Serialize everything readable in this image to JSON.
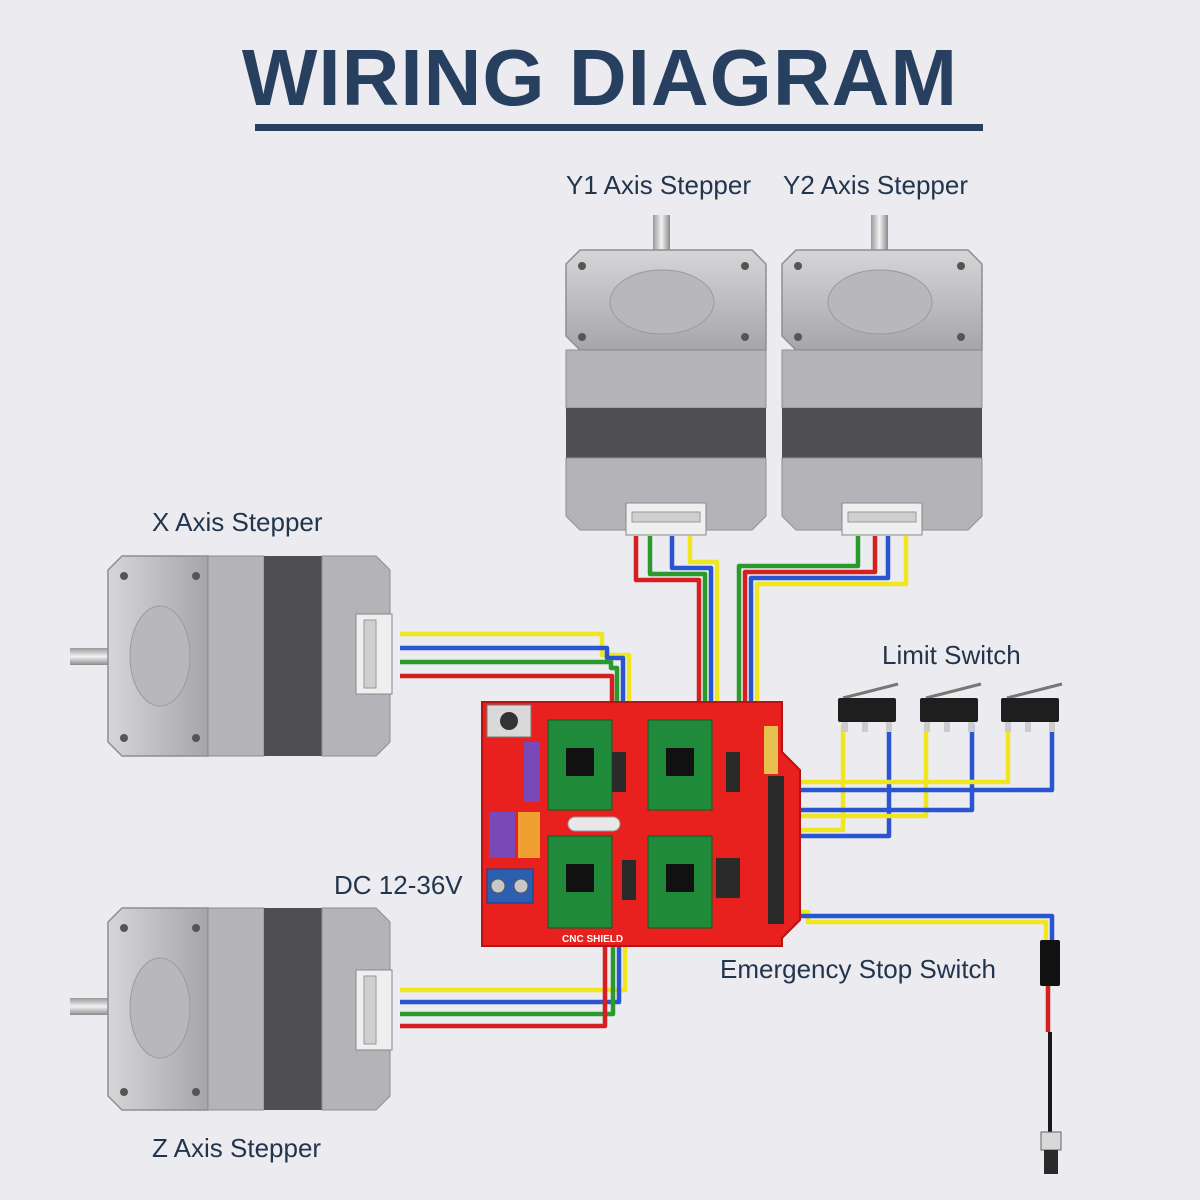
{
  "title": "WIRING DIAGRAM",
  "labels": {
    "y1": "Y1 Axis Stepper",
    "y2": "Y2 Axis Stepper",
    "x": "X Axis Stepper",
    "z": "Z Axis Stepper",
    "limit": "Limit Switch",
    "dc": "DC 12-36V",
    "estop": "Emergency Stop Switch"
  },
  "board": {
    "silkscreen": "CNC SHIELD"
  },
  "colors": {
    "title": "#28405f",
    "board": "#e8201e",
    "wire_red": "#d42020",
    "wire_green": "#2a9a2a",
    "wire_blue": "#2a55d0",
    "wire_yellow": "#f0e620"
  }
}
